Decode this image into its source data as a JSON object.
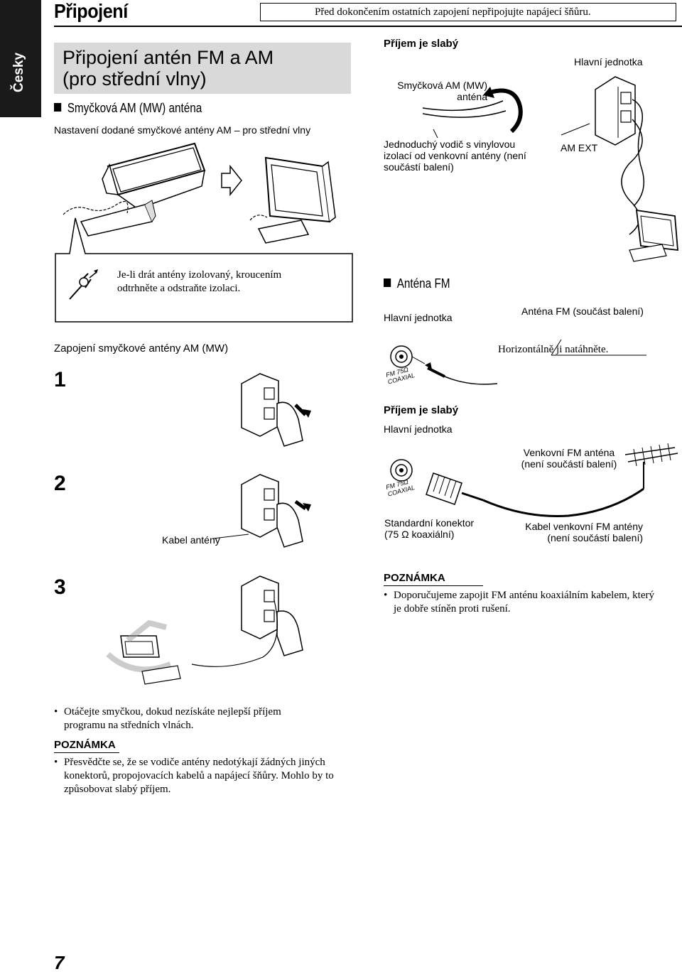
{
  "language_tab": "Česky",
  "header": {
    "title": "Připojení",
    "warning": "Před dokončením ostatních zapojení nepřipojujte napájecí šňůru."
  },
  "section": {
    "title_line1": "Připojení antén FM a AM",
    "title_line2": "(pro střední vlny)"
  },
  "am": {
    "heading": "Smyčková AM (MW) anténa",
    "setup_caption": "Nastavení dodané smyčkové antény AM – pro střední vlny",
    "strip_line1": "Je-li drát antény izolovaný, kroucením",
    "strip_line2": "odtrhněte a odstraňte izolaci.",
    "connect_caption": "Zapojení smyčkové antény AM (MW)",
    "step1": "1",
    "step2": "2",
    "step3": "3",
    "cable_label": "Kabel antény",
    "rotate_line1": "Otáčejte smyčkou, dokud nezískáte nejlepší příjem",
    "rotate_line2": "programu na středních vlnách."
  },
  "am_weak": {
    "heading": "Příjem je slabý",
    "loop_label_line1": "Smyčková AM (MW)",
    "loop_label_line2": "anténa",
    "main_unit": "Hlavní jednotka",
    "wire_line1": "Jednoduchý vodič s vinylovou",
    "wire_line2": "izolací od venkovní antény (není",
    "wire_line3": "součástí balení)",
    "am_ext": "AM EXT"
  },
  "fm": {
    "heading": "Anténa FM",
    "main_unit": "Hlavní jednotka",
    "supplied": "Anténa FM (součást balení)",
    "extend": "Horizontálně ji natáhněte.",
    "jack_line1": "FM 75Ω",
    "jack_line2": "COAXIAL",
    "weak_heading": "Příjem je slabý",
    "main_unit2": "Hlavní jednotka",
    "outdoor_line1": "Venkovní FM anténa",
    "outdoor_line2": "(není součástí balení)",
    "connector_line1": "Standardní konektor",
    "connector_line2": "(75 Ω koaxiální)",
    "cable_line1": "Kabel venkovní FM antény",
    "cable_line2": "(není součástí balení)"
  },
  "note_fm": {
    "heading": "POZNÁMKA",
    "line1": "Doporučujeme zapojit FM anténu koaxiálním kabelem, který",
    "line2": "je dobře stíněn proti rušení."
  },
  "note_am": {
    "heading": "POZNÁMKA",
    "line1": "Přesvědčte se, že se vodiče antény nedotýkají žádných jiných",
    "line2": "konektorů, propojovacích kabelů a napájecí šňůry. Mohlo by to",
    "line3": "způsobovat slabý příjem."
  },
  "page_number": "7"
}
